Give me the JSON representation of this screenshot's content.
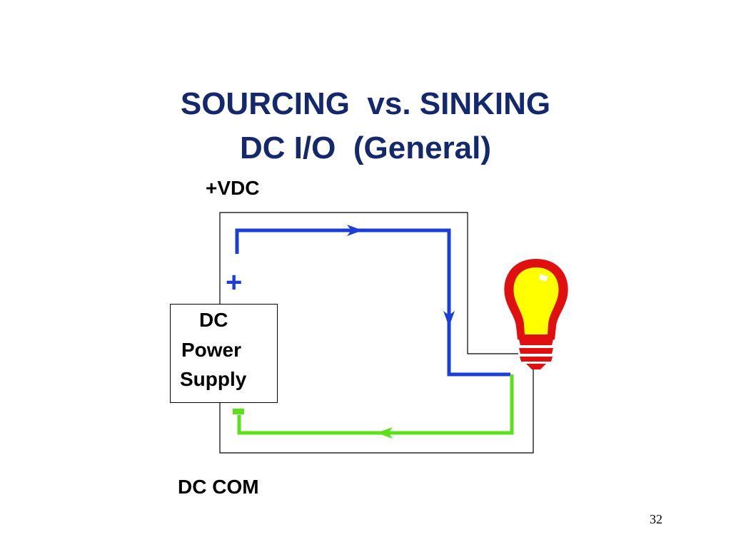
{
  "title": {
    "line1": "SOURCING  vs. SINKING",
    "line2": "DC I/O  (General)"
  },
  "labels": {
    "vdc": "+VDC",
    "dc_com": "DC COM",
    "plus": "+"
  },
  "power_supply": {
    "line1": "DC",
    "line2": "Power",
    "line3": "Supply"
  },
  "colors": {
    "title": "#14286e",
    "positive_path": "#1a3fd6",
    "negative_path": "#5ce01a",
    "bulb_outline": "#e01010",
    "bulb_fill": "#ffff00"
  },
  "icons": [
    "light-bulb-icon",
    "arrow-right-icon",
    "arrow-down-icon",
    "arrow-left-icon"
  ],
  "page_number": "32"
}
